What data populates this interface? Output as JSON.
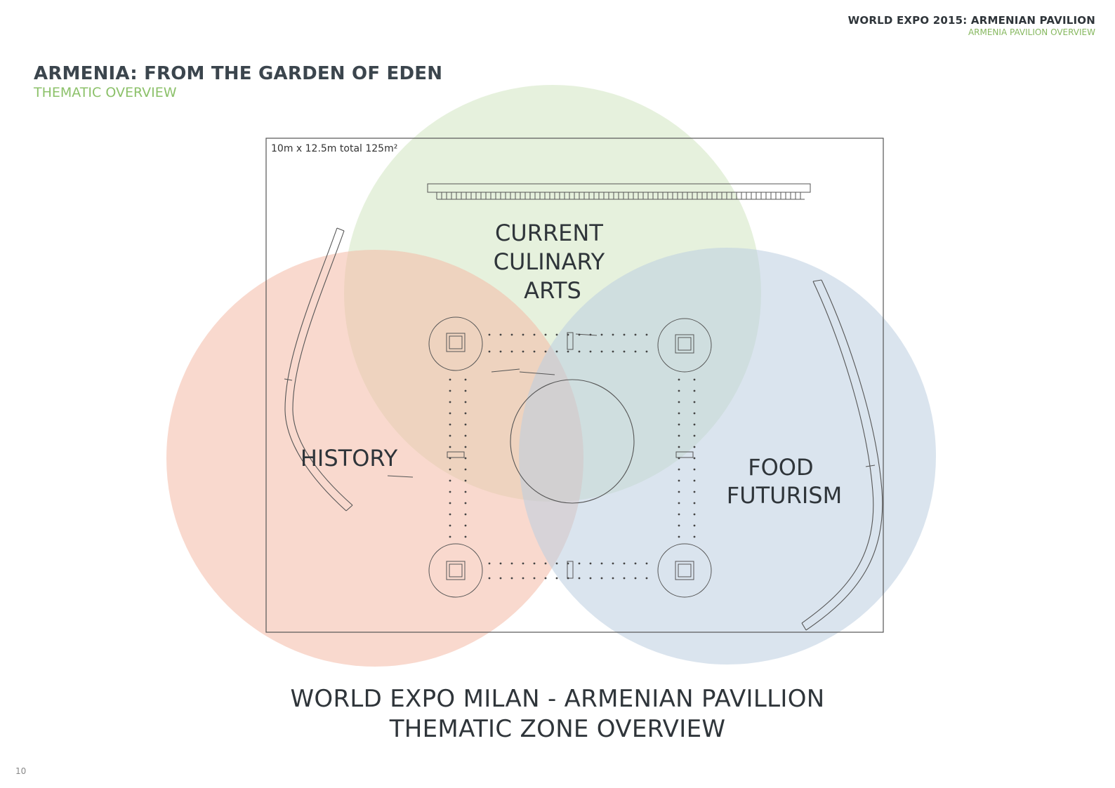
{
  "header": {
    "right_title": "WORLD EXPO 2015: ARMENIAN PAVILION",
    "right_subtitle": "ARMENIA PAVILION OVERVIEW",
    "left_title": "ARMENIA: FROM THE GARDEN OF EDEN",
    "left_subtitle": "THEMATIC OVERVIEW"
  },
  "diagram": {
    "dimension_label": "10m x 12.5m total 125m²",
    "zones": [
      {
        "id": "culinary",
        "lines": [
          "CURRENT",
          "CULINARY",
          "ARTS"
        ],
        "color": "#dcecd1"
      },
      {
        "id": "history",
        "lines": [
          "HISTORY"
        ],
        "color": "#f7d3c7"
      },
      {
        "id": "futurism",
        "lines": [
          "FOOD",
          "FUTURISM"
        ],
        "color": "#d3dee9"
      }
    ]
  },
  "caption": {
    "line1": "WORLD EXPO MILAN - ARMENIAN PAVILLION",
    "line2": "THEMATIC ZONE OVERVIEW"
  },
  "footer": {
    "page_number": "10"
  }
}
